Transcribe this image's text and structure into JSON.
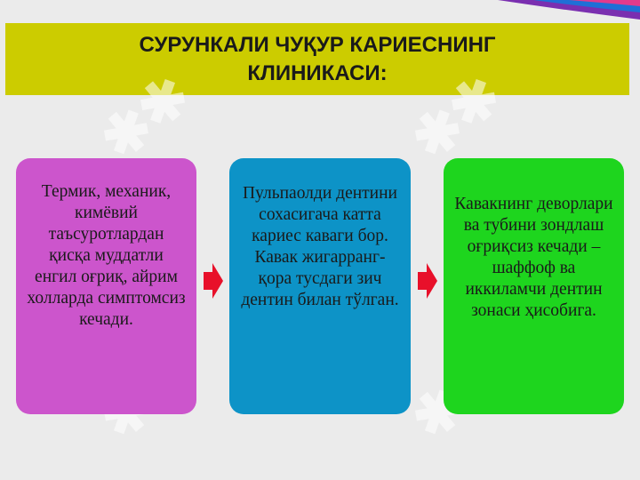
{
  "colors": {
    "background": "#ebebeb",
    "title_bar": "#cccc00",
    "box_1": "#cc55cc",
    "box_2": "#0d93c7",
    "box_3": "#1ed51e",
    "arrow": "#e8102a"
  },
  "title": "СУРУНКАЛИ ЧУҚУР КАРИЕСНИНГ\nКЛИНИКАСИ:",
  "boxes": [
    {
      "text": "Термик, механик, кимёвий таъсуротлардан қисқа муддатли енгил оғриқ, айрим холларда симптомсиз кечади."
    },
    {
      "text": "Пульпаолди дентини сохасигача катта кариес каваги бор. Кавак жигарранг-қора тусдаги зич дентин билан тўлган."
    },
    {
      "text": "Кавакнинг деворлари ва тубини зондлаш оғриқсиз кечади – шаффоф ва иккиламчи дентин зонаси ҳисобига."
    }
  ],
  "icons": {
    "arrow": "right-arrow-icon",
    "watermark": "watermark-logo"
  }
}
